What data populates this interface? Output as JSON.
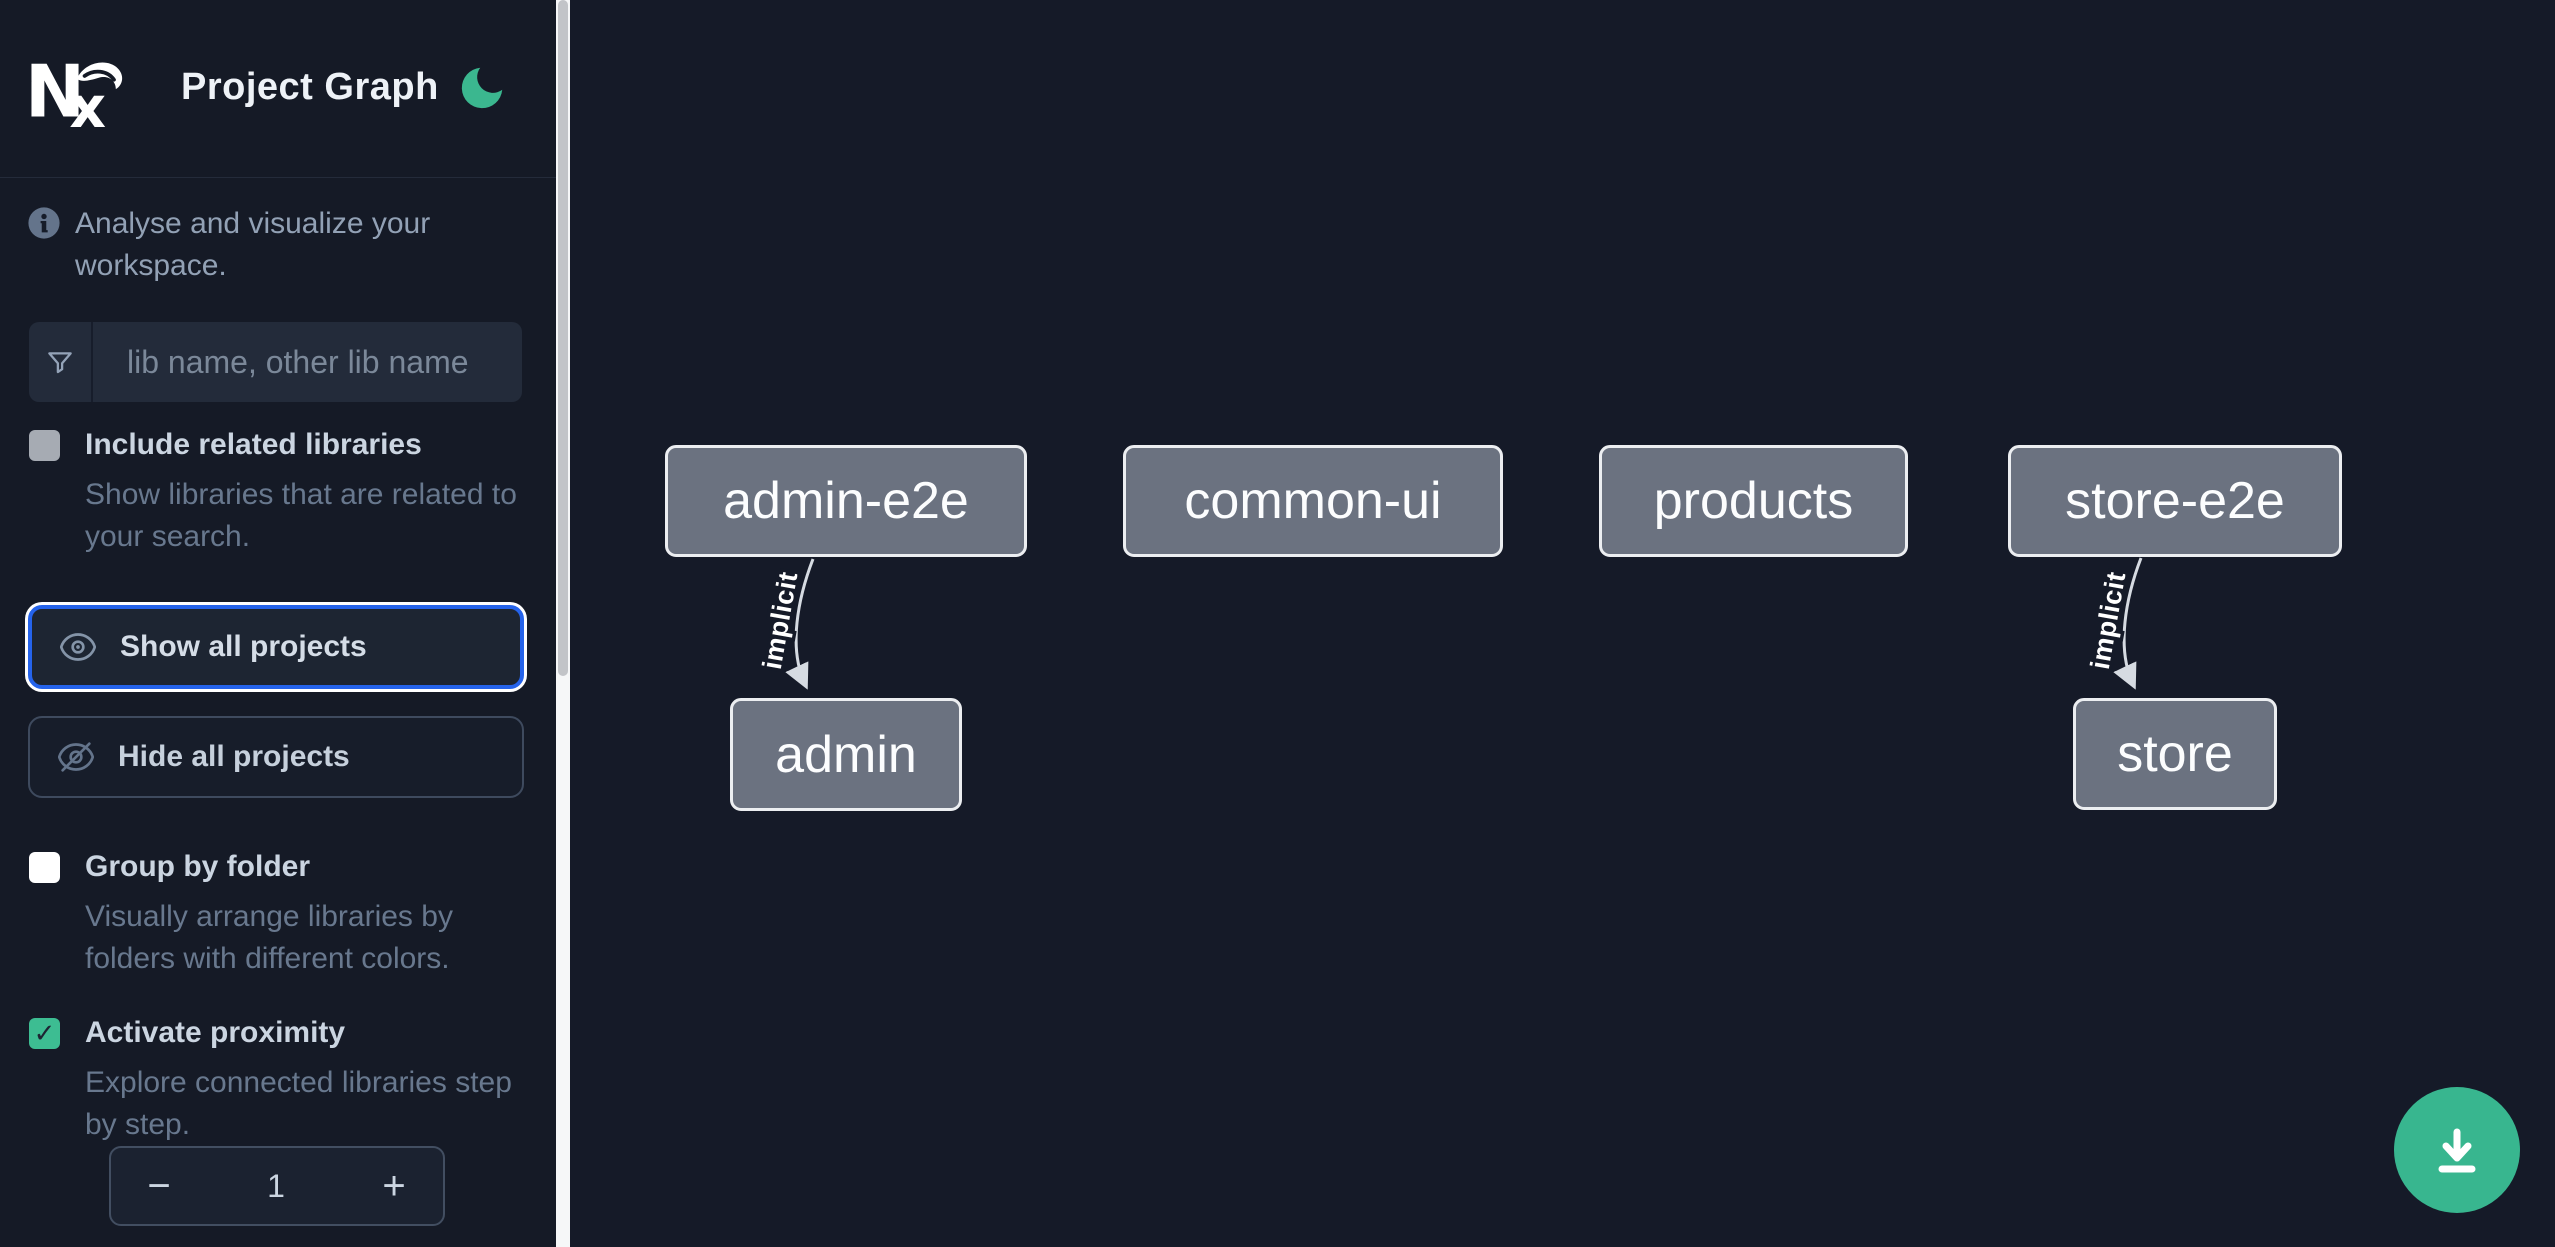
{
  "app": {
    "title": "Project Graph",
    "brand": "Nx"
  },
  "sidebar": {
    "info_text": "Analyse and visualize your workspace.",
    "search": {
      "placeholder": "lib name, other lib name"
    },
    "toggles": [
      {
        "title": "Include related libraries",
        "description": "Show libraries that are related to\nyour search.",
        "checked": false
      },
      {
        "title": "Group by folder",
        "description": "Visually arrange libraries by\nfolders with different colors.",
        "checked": false
      },
      {
        "title": "Activate proximity",
        "description": "Explore connected libraries step\nby step.",
        "checked": true
      }
    ],
    "buttons": {
      "show_all": "Show all projects",
      "hide_all": "Hide all projects"
    },
    "stepper": {
      "decrement": "−",
      "value": "1",
      "increment": "+"
    }
  },
  "graph": {
    "nodes": [
      {
        "label": "admin-e2e"
      },
      {
        "label": "common-ui"
      },
      {
        "label": "products"
      },
      {
        "label": "store-e2e"
      },
      {
        "label": "admin"
      },
      {
        "label": "store"
      }
    ],
    "edges": [
      {
        "from": "admin-e2e",
        "to": "admin",
        "label": "implicit"
      },
      {
        "from": "store-e2e",
        "to": "store",
        "label": "implicit"
      }
    ]
  },
  "fab": {
    "action": "download"
  },
  "colors": {
    "accent_green": "#3dbd92",
    "fab_green": "#38b68f",
    "focus_blue": "#2563eb",
    "node_fill": "#6b7280",
    "node_border": "#eceef1",
    "canvas_bg": "#151a28",
    "sidebar_bg": "#151a26",
    "edge_stroke": "#d6dbe2"
  }
}
